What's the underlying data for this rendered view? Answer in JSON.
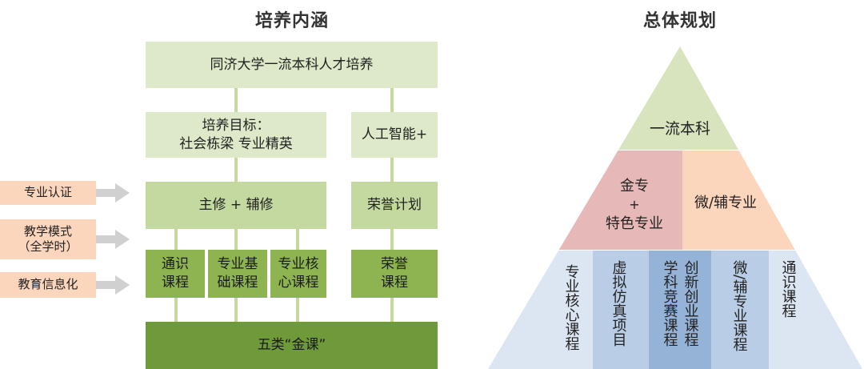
{
  "left": {
    "title": "培养内涵",
    "top_box": "同济大学一流本科人才培养",
    "goal_line1": "培养目标：",
    "goal_line2": "社会栋梁  专业精英",
    "ai_box": "人工智能+",
    "major_box": "主修 + 辅修",
    "honor_plan_box": "荣誉计划",
    "course_general_1": "通识",
    "course_general_2": "课程",
    "course_basic_1": "专业基",
    "course_basic_2": "础课程",
    "course_core_1": "专业核",
    "course_core_2": "心课程",
    "course_honor_1": "荣誉",
    "course_honor_2": "课程",
    "bottom_box": "五类“金课”",
    "side_labels": {
      "cert": "专业认证",
      "mode_1": "教学模式",
      "mode_2": "（全学时）",
      "info": "教育信息化"
    }
  },
  "right": {
    "title": "总体规划",
    "top": "一流本科",
    "middle_left_1": "金专",
    "middle_left_2": "+",
    "middle_left_3": "特色专业",
    "middle_right": "微/辅专业",
    "columns": [
      {
        "text": "专业核心课程"
      },
      {
        "text": "虚拟仿真项目"
      },
      {
        "text": "学科竞赛课程"
      },
      {
        "text": "创新创业课程"
      },
      {
        "text": "微/辅专业课程"
      },
      {
        "text": "通识课程"
      }
    ]
  },
  "colors": {
    "pale_green": "#dde9c8",
    "mid_green": "#c3d9a0",
    "green": "#8db451",
    "dark_green": "#6f9a3a",
    "peach": "#fbd6bd",
    "pink": "#e6b9b8",
    "light_blue": "#dce6f2",
    "blue": "#b9cde6",
    "mid_blue": "#95b3d7",
    "pyramid_top": "#d7e4bd"
  }
}
